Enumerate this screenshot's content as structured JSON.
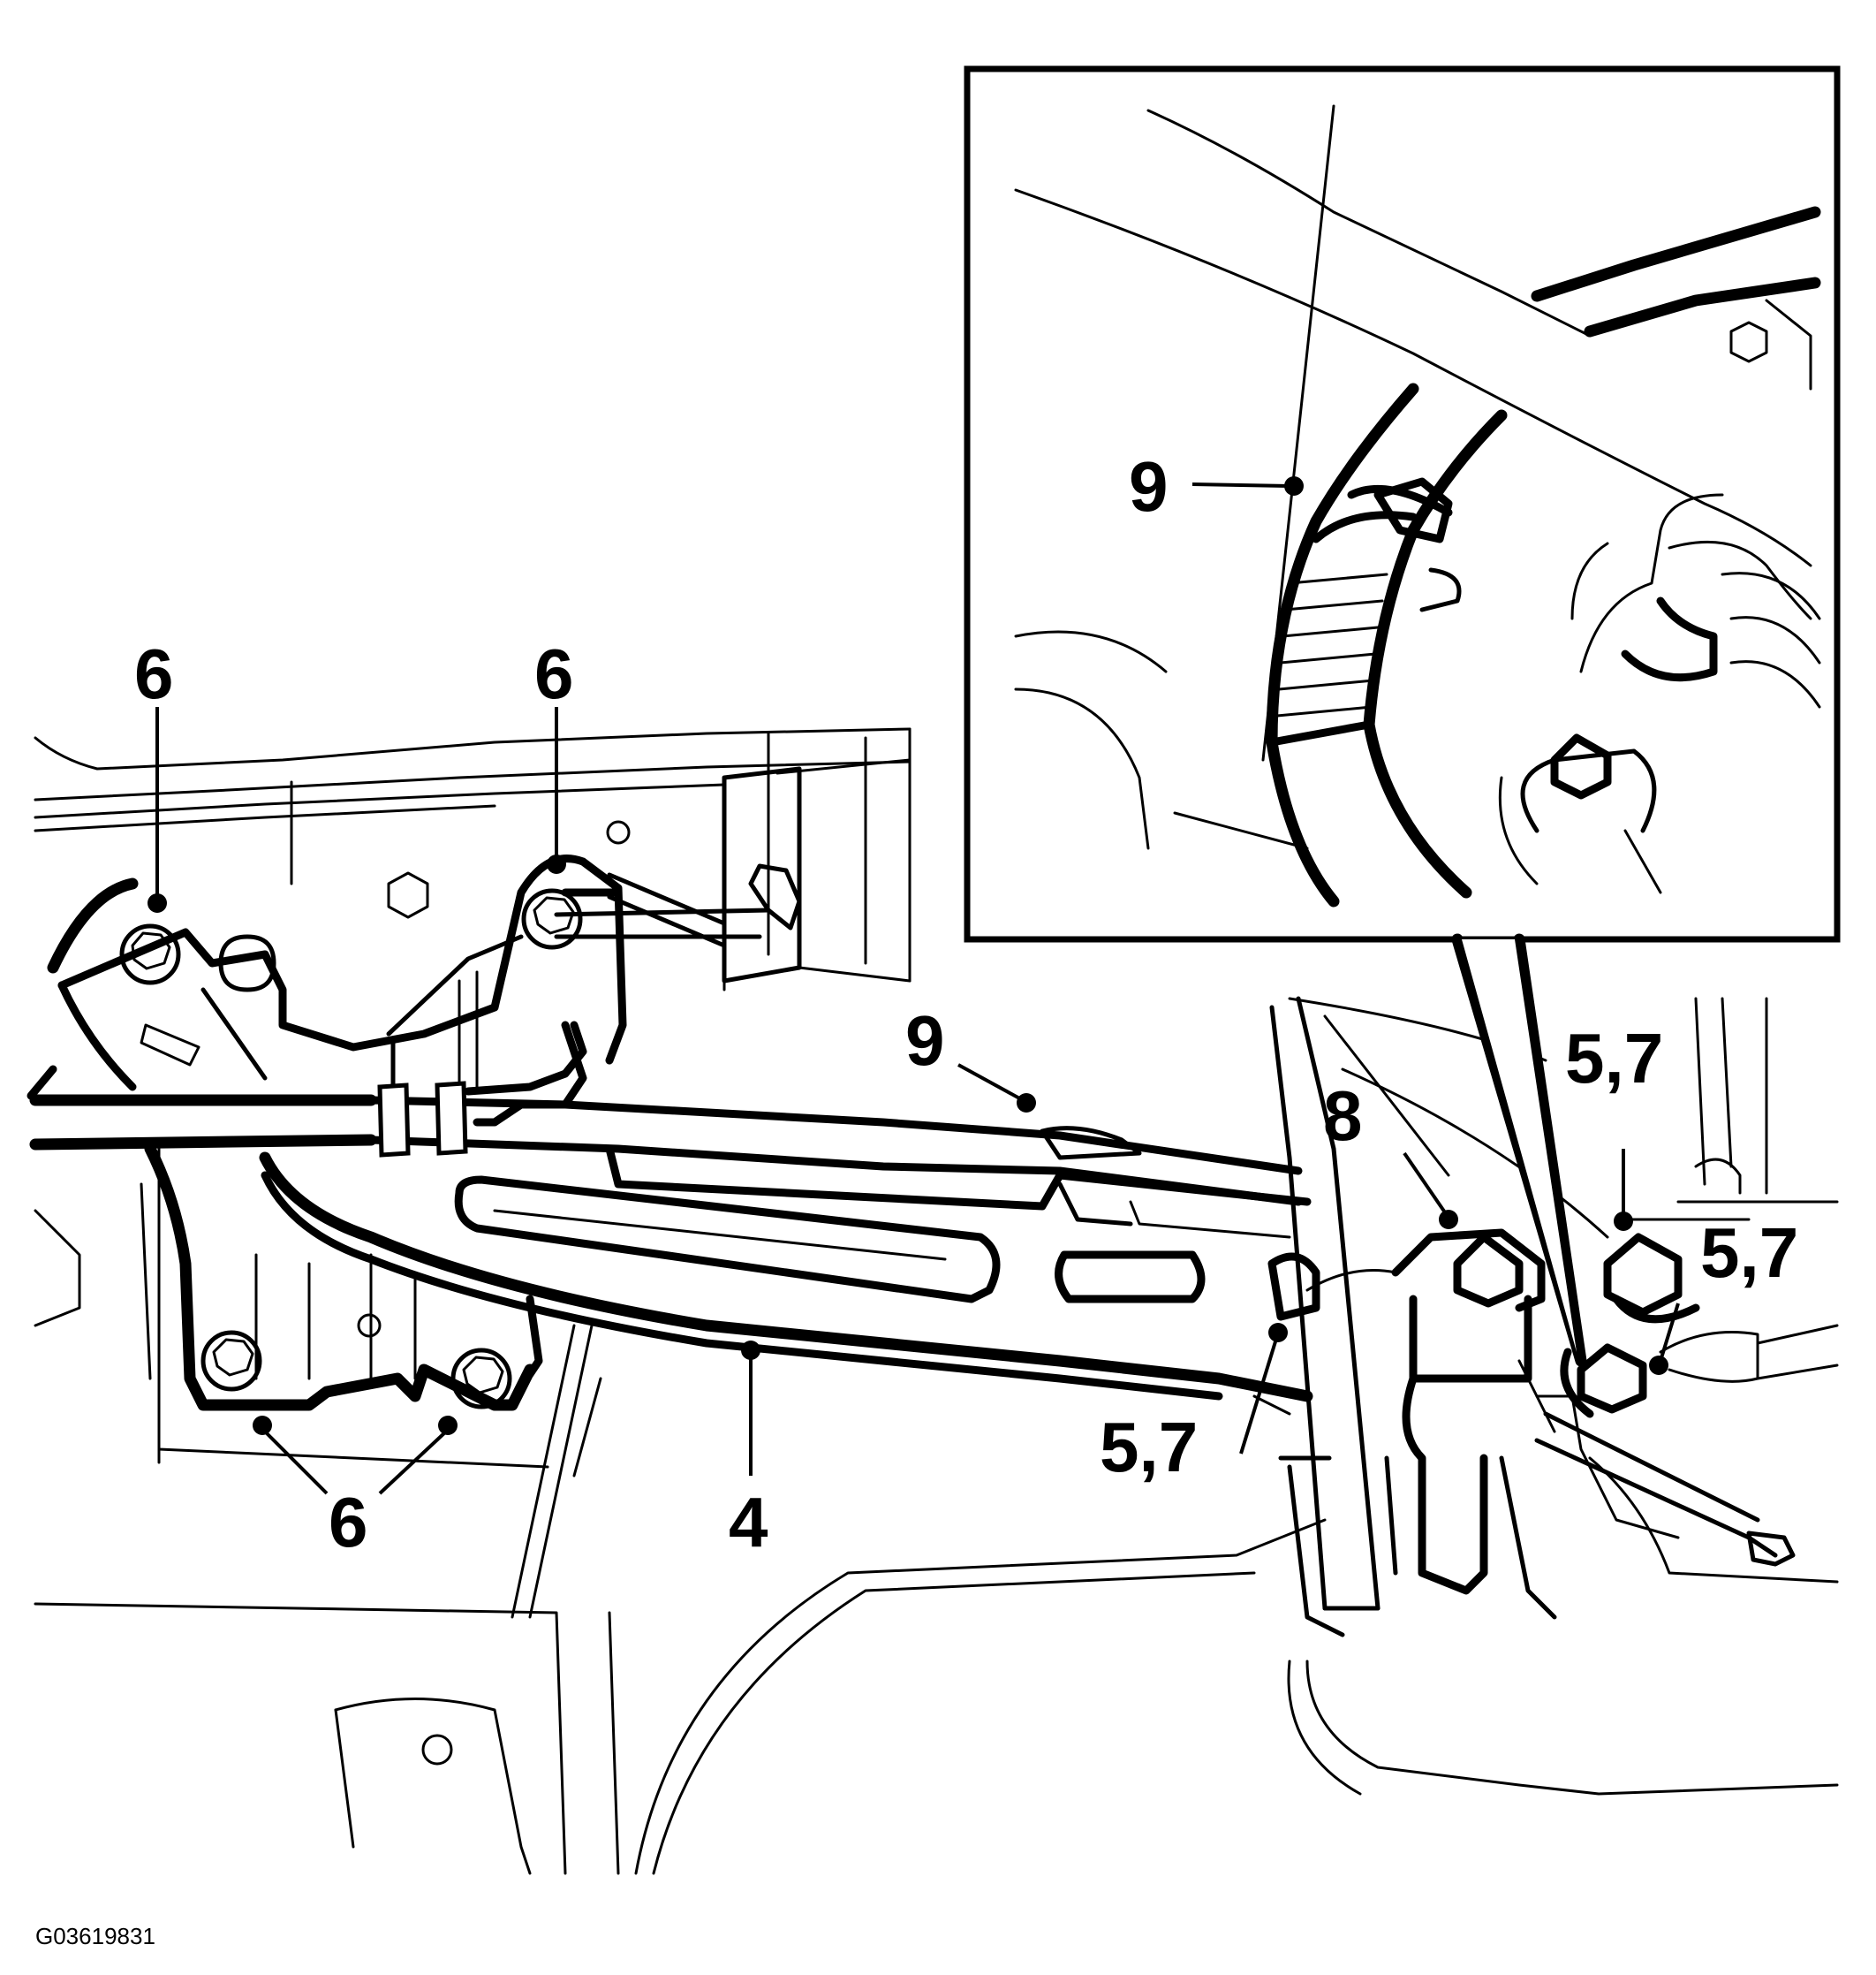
{
  "figure_id": "G03619831",
  "callouts": {
    "c6_upper_left": "6",
    "c6_upper_mid": "6",
    "c6_lower": "6",
    "c9_main": "9",
    "c4": "4",
    "c8": "8",
    "c57_upper": "5,7",
    "c57_right": "5,7",
    "c57_lower": "5,7",
    "c9_inset": "9"
  }
}
